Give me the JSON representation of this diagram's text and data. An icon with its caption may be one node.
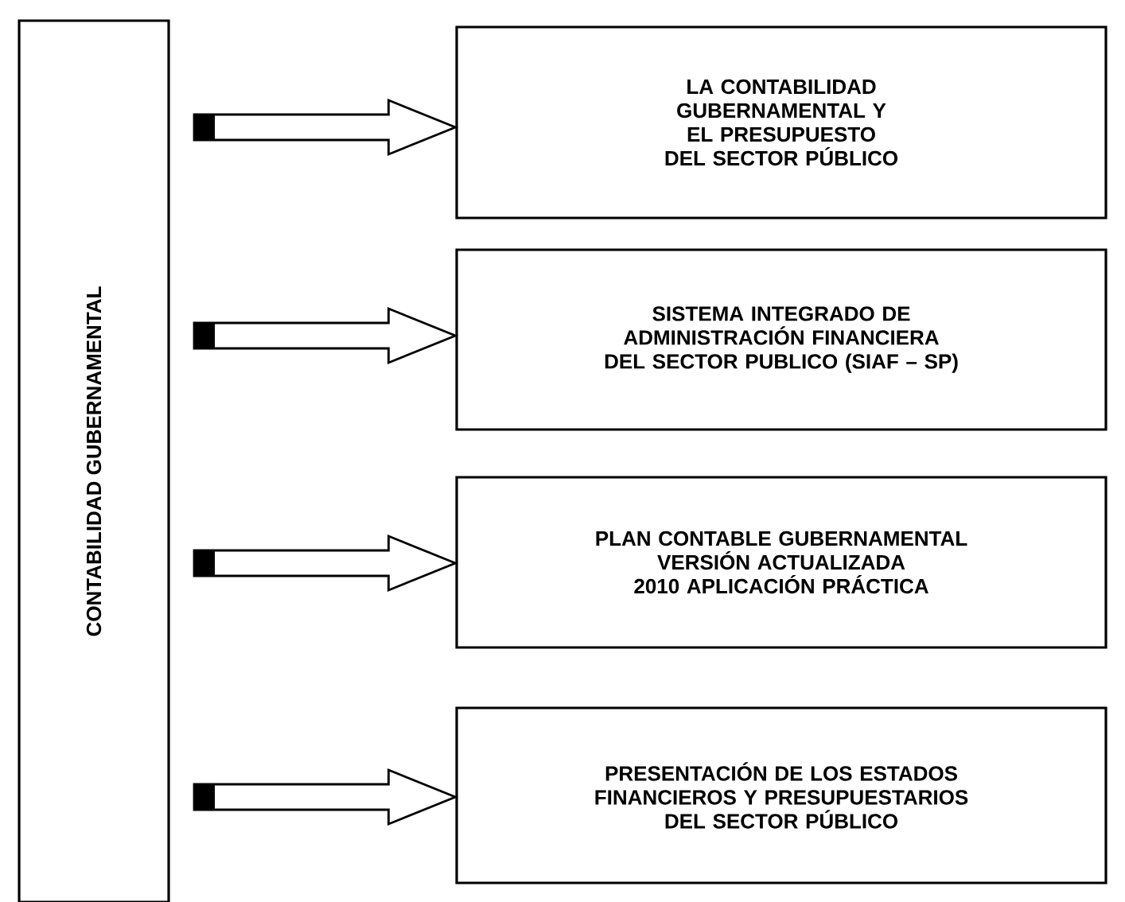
{
  "diagram": {
    "nodes": [
      {
        "text": [
          "CONTABILIDAD GUBERNAMENTAL"
        ]
      },
      {
        "text": [
          "LA CONTABILIDAD GUBERNAMENTAL Y EL PRESUPUESTO DEL SECTOR PÚBLICO"
        ]
      },
      {
        "text": [
          "SISTEMA INTEGRADO DE ADMINISTRACIÓN FINANCIERA DEL SECTOR PUBLICO (SIAF – SP)"
        ]
      },
      {
        "text": [
          "PLAN CONTABLE GUBERNAMENTAL VERSIÓN ACTUALIZADA 2010 APLICACIÓN PRÁCTICA"
        ]
      },
      {
        "text": [
          "PRESENTACIÓN DE LOS ESTADOS FINANCIEROS Y PRESUPUESTARIOS DEL SECTOR PÚBLICO"
        ]
      }
    ],
    "edges": [
      {
        "from": null,
        "to": 1,
        "arrow": "to"
      },
      {
        "from": null,
        "to": 2,
        "arrow": "to"
      },
      {
        "from": null,
        "to": 3,
        "arrow": "to"
      },
      {
        "from": null,
        "to": 4,
        "arrow": "to"
      }
    ]
  }
}
